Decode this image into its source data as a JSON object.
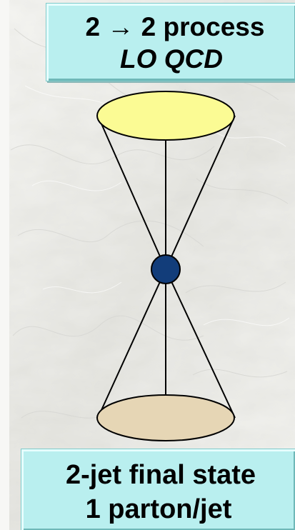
{
  "top_label": {
    "line1": "2 → 2 process",
    "line2": "LO QCD"
  },
  "bottom_label": {
    "line1": "2-jet final state",
    "line2": "1 parton/jet"
  },
  "colors": {
    "background": "#efefec",
    "label_fill": "#b9efef",
    "top_jet_fill": "#fbfb94",
    "bottom_jet_fill": "#e6d6b5",
    "vertex_fill": "#123d7a",
    "line": "#000000"
  },
  "icons": {
    "top_ellipse": "top-jet-ellipse",
    "bottom_ellipse": "bottom-jet-ellipse",
    "vertex": "interaction-vertex"
  }
}
